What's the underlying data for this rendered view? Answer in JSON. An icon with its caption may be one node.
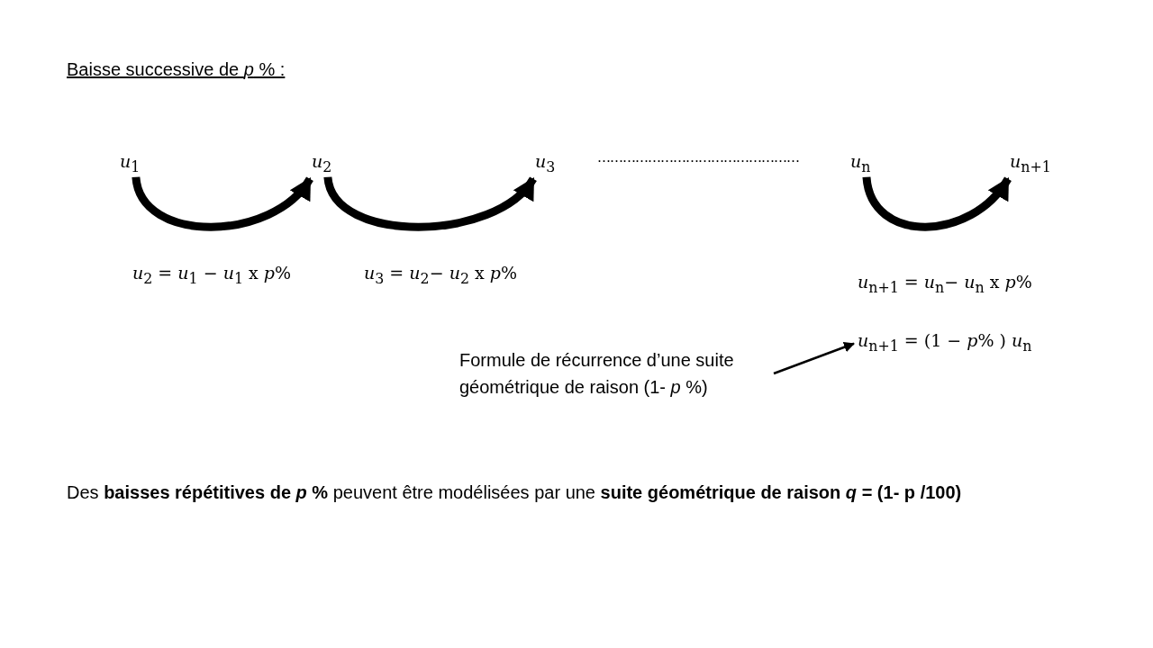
{
  "diagram": {
    "title": "Baisse successive de *p* % :",
    "nodes": [
      {
        "text": [
          "*u*$_{1}$"
        ]
      },
      {
        "text": [
          "*u*$_{2}$"
        ]
      },
      {
        "text": [
          "*u*$_{3}$"
        ]
      },
      {
        "text": [
          "*u*$_{n}$"
        ]
      },
      {
        "text": [
          "*u*$_{n+1}$"
        ]
      },
      {
        "text": [
          "Formule de récurrence d’une suite géométrique de raison (1- *p* %)"
        ]
      },
      {
        "text": [
          "*u*$_{n+1}$ = (1 − *p*% ) *u*$_{n}$"
        ]
      }
    ],
    "edges": [
      {
        "from": 0,
        "to": 1,
        "arrow": "to"
      },
      {
        "from": 1,
        "to": 2,
        "arrow": "to"
      },
      {
        "from": 3,
        "to": 4,
        "arrow": "to"
      },
      {
        "from": 5,
        "to": 6,
        "arrow": "to"
      }
    ],
    "labels": [
      "…………………………………………",
      "*u*$_{2}$ = *u*$_{1}$ − *u*$_{1}$ x *p*%",
      "*u*$_{3}$ = *u*$_{2}$− *u*$_{2}$ x *p*%",
      "*u*$_{n+1}$ = *u*$_{n}$− *u*$_{n}$ x *p*%",
      "Des **baisses répétitives de *p* %** peuvent être modélisées par une **suite géométrique de raison   *q* = (1- p /100)**"
    ]
  }
}
